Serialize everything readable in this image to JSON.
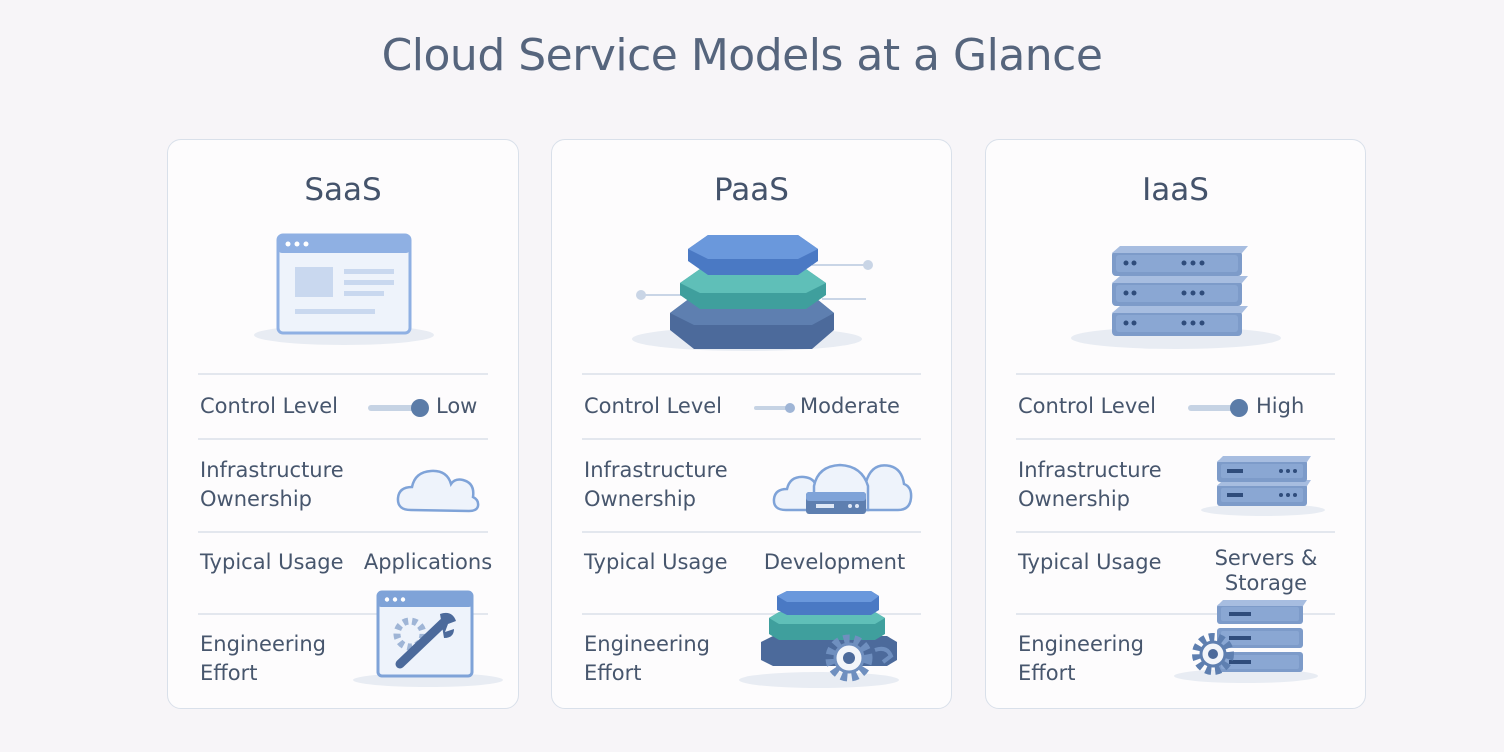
{
  "title": "Cloud Service Models at a Glance",
  "row_labels": {
    "control": "Control Level",
    "ownership": "Infrastructure Ownership",
    "usage": "Typical Usage",
    "effort": "Engineering Effort"
  },
  "models": [
    {
      "name": "SaaS",
      "hero_icon": "browser-window-icon",
      "control_level": "Low",
      "control_level_fraction": 0.95,
      "ownership_icon": "cloud-icon",
      "typical_usage": "Applications",
      "effort_icon": "browser-wrench-icon"
    },
    {
      "name": "PaaS",
      "hero_icon": "platform-layers-icon",
      "control_level": "Moderate",
      "control_level_fraction": 0.95,
      "ownership_icon": "cloud-server-icon",
      "typical_usage": "Development",
      "effort_icon": "layers-gear-icon"
    },
    {
      "name": "IaaS",
      "hero_icon": "server-rack-icon",
      "control_level": "High",
      "control_level_fraction": 0.95,
      "ownership_icon": "server-stack-icon",
      "typical_usage": "Servers & Storage",
      "effort_icon": "server-gear-icon"
    }
  ],
  "colors": {
    "title": "#56657d",
    "text": "#47566d",
    "blue_light": "#8fb0e3",
    "blue": "#5e8fd6",
    "teal": "#5fbfb8",
    "navy": "#4c6a9b",
    "slate": "#6f8fbf",
    "border": "#d9e0ea"
  }
}
